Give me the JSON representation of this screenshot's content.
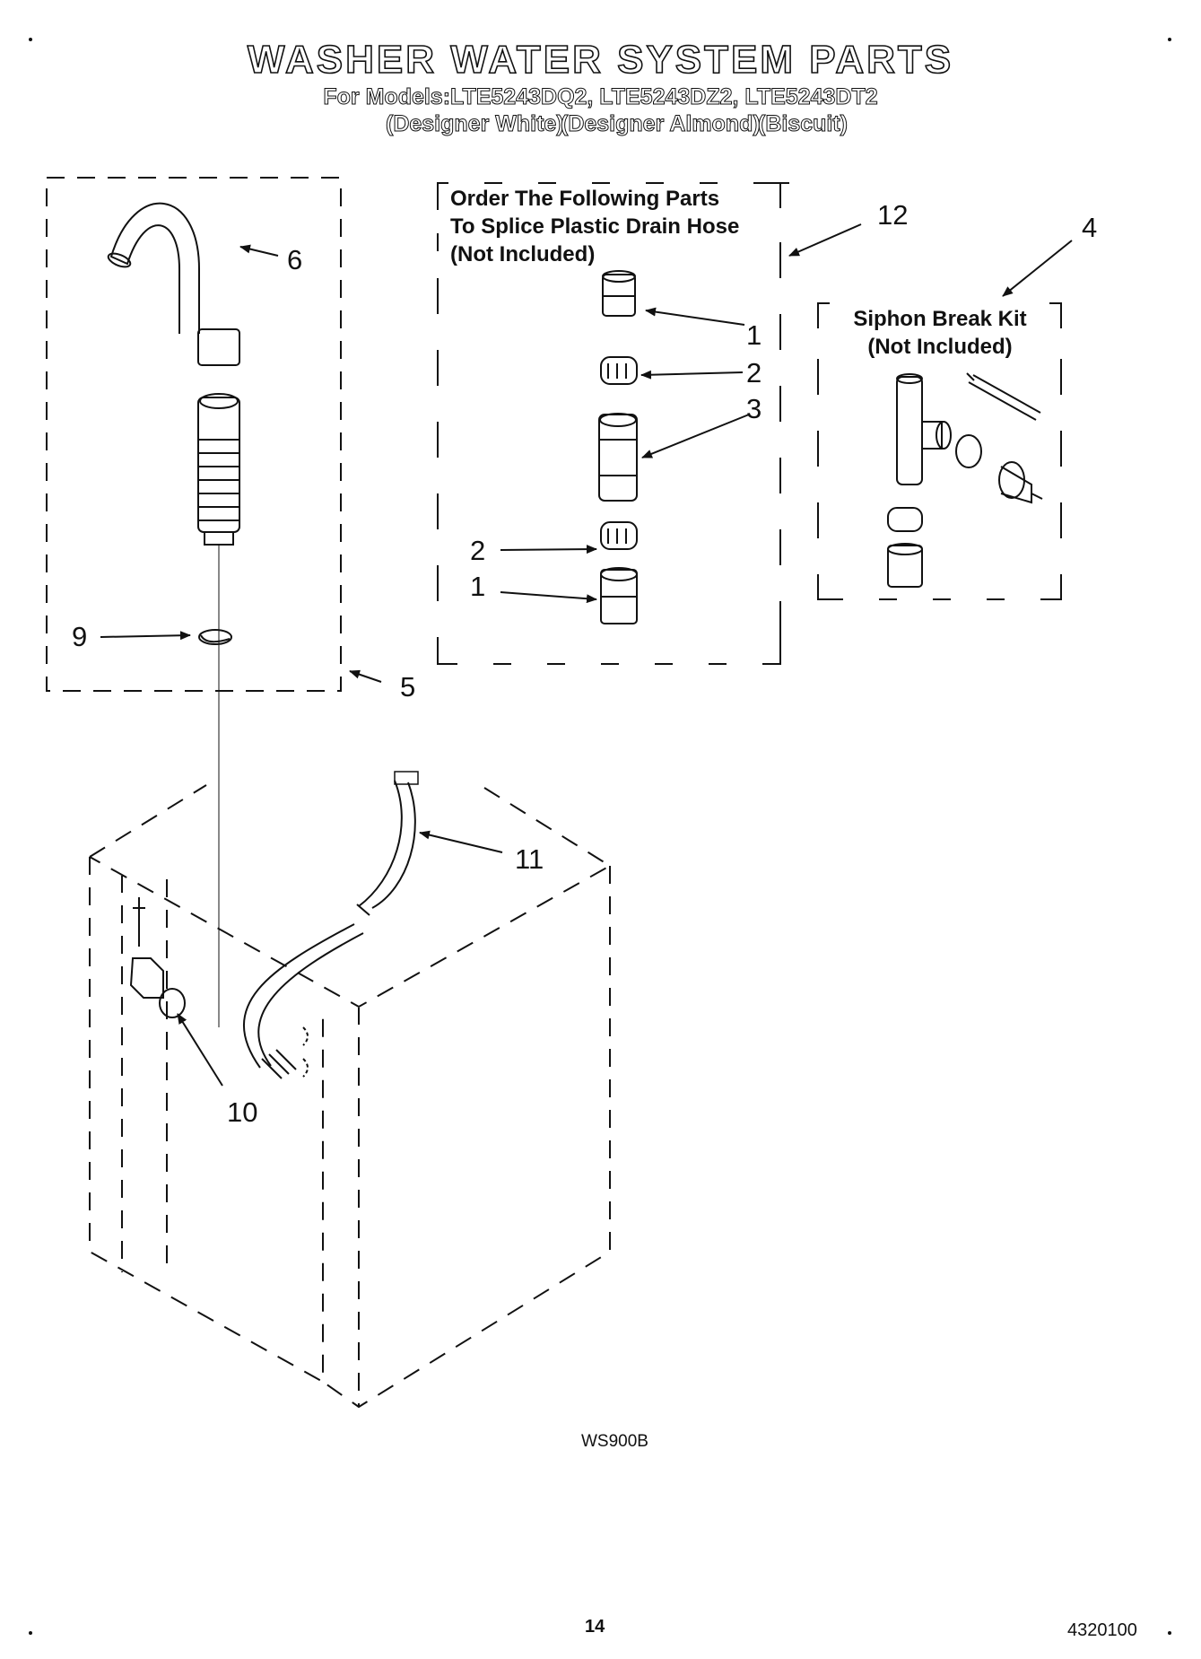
{
  "header": {
    "title": "WASHER WATER SYSTEM PARTS",
    "models_line": "For Models:LTE5243DQ2, LTE5243DZ2, LTE5243DT2",
    "colors": [
      "(Designer White)",
      "(Designer Almond)",
      "(Biscuit)"
    ]
  },
  "splice_box": {
    "lines": [
      "Order The Following Parts",
      "To Splice Plastic Drain Hose",
      "(Not Included)"
    ]
  },
  "siphon_box": {
    "lines": [
      "Siphon Break Kit",
      "(Not Included)"
    ]
  },
  "callouts": {
    "c1_top": "1",
    "c2_top": "2",
    "c3": "3",
    "c2_bottom": "2",
    "c1_bottom": "1",
    "c4": "4",
    "c5": "5",
    "c6": "6",
    "c9": "9",
    "c10": "10",
    "c11": "11",
    "c12": "12"
  },
  "footer": {
    "drawing_code": "WS900B",
    "page_number": "14",
    "doc_number": "4320100"
  }
}
